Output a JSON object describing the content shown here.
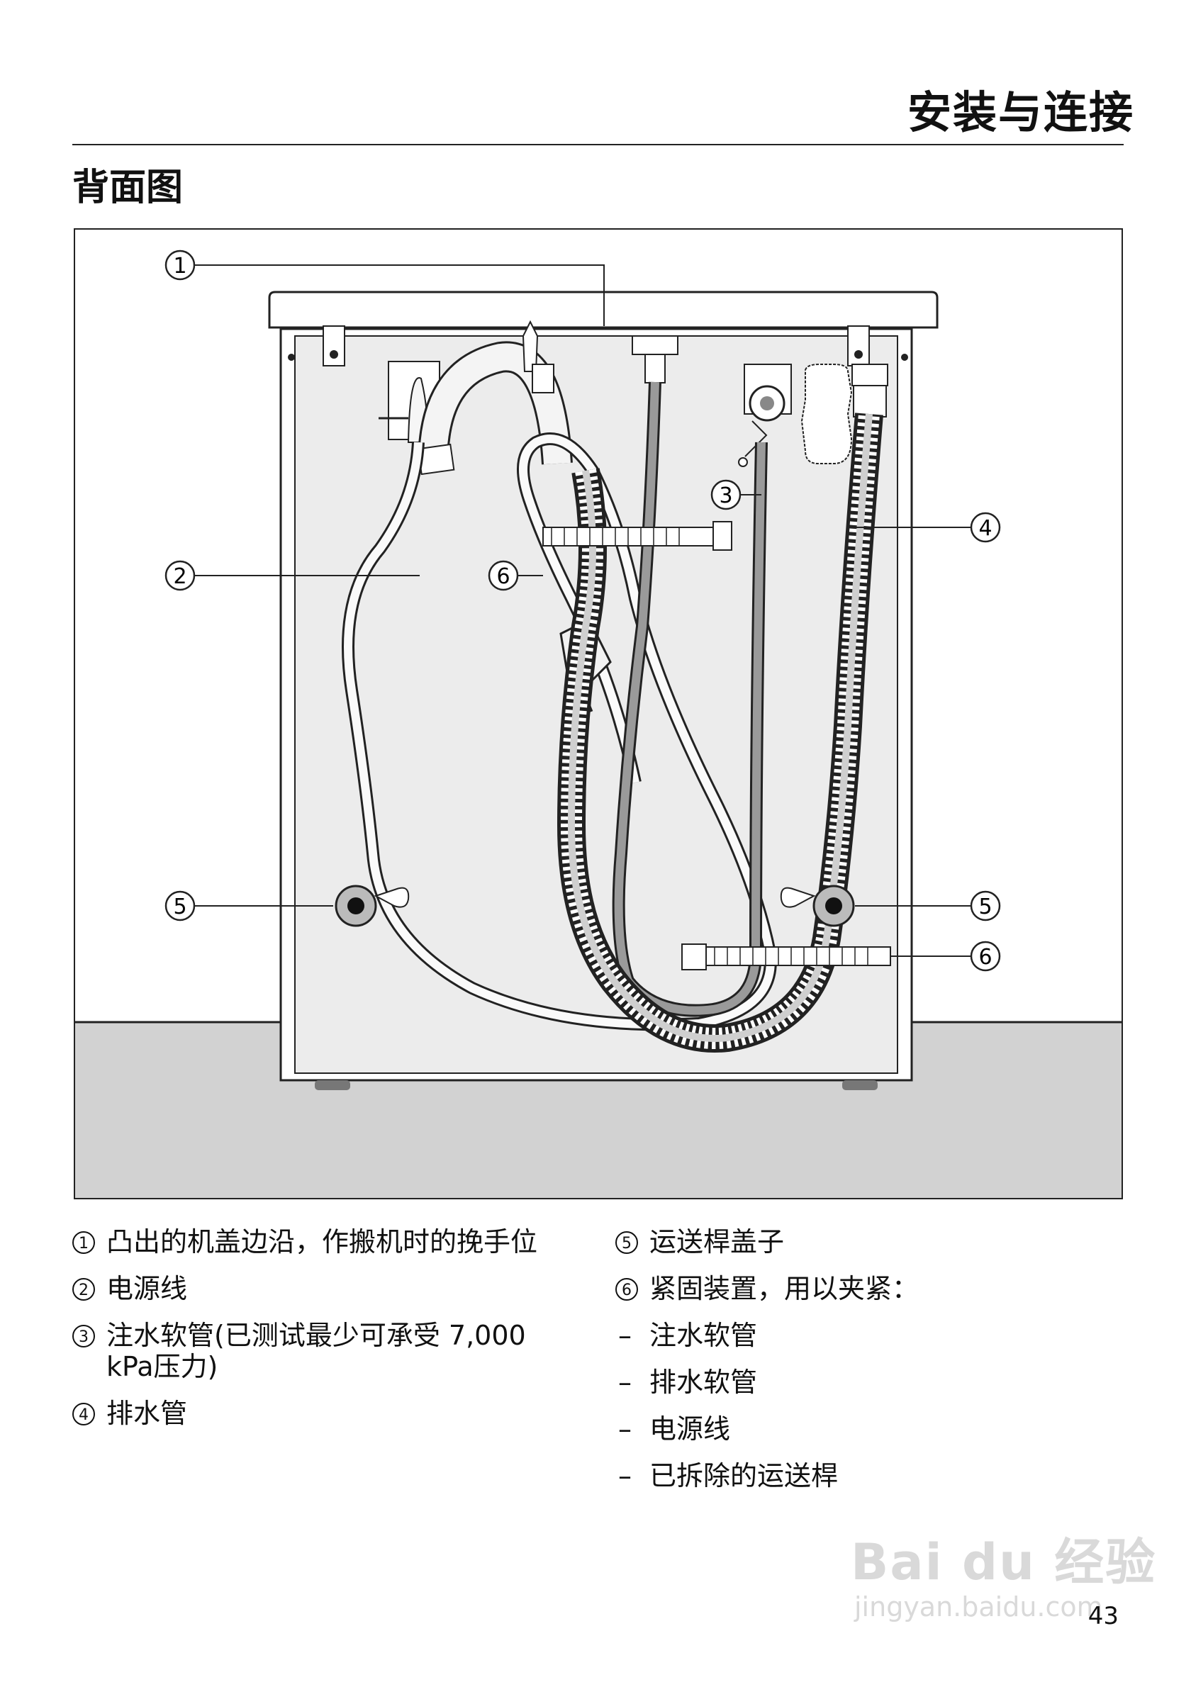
{
  "header": {
    "chapter_title": "安装与连接",
    "section_title": "背面图"
  },
  "figure": {
    "callouts": [
      "①",
      "②",
      "③",
      "④",
      "⑤",
      "⑤",
      "⑥",
      "⑥"
    ]
  },
  "legend": {
    "left": [
      {
        "num": "1",
        "text": "凸出的机盖边沿，作搬机时的挽手位"
      },
      {
        "num": "2",
        "text": "电源线"
      },
      {
        "num": "3",
        "text": "注水软管(已测试最少可承受 7,000 kPa压力)"
      },
      {
        "num": "4",
        "text": "排水管"
      }
    ],
    "right": [
      {
        "num": "5",
        "text": "运送桿盖子"
      },
      {
        "num": "6",
        "text": "紧固装置，用以夹紧："
      }
    ],
    "right_dashes": [
      "注水软管",
      "排水软管",
      "电源线",
      "已拆除的运送桿"
    ]
  },
  "footer": {
    "page_number": "43"
  },
  "watermark": {
    "logo": "Bai du 经验",
    "url": "jingyan.baidu.com"
  }
}
